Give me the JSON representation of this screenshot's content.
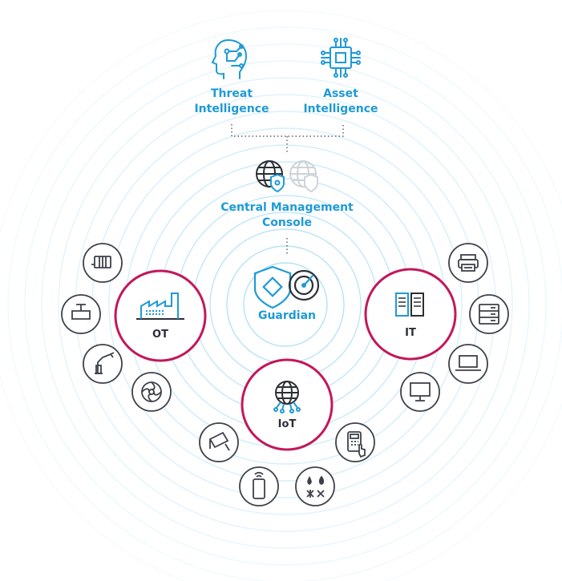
{
  "threat_intelligence": {
    "line1": "Threat",
    "line2": "Intelligence",
    "icon": "brain-circuit-icon"
  },
  "asset_intelligence": {
    "line1": "Asset",
    "line2": "Intelligence",
    "icon": "chip-icon"
  },
  "cmc": {
    "line1": "Central Management",
    "line2": "Console",
    "icon": "globe-shield-icon"
  },
  "guardian": {
    "label": "Guardian",
    "icon": "shield-radar-icon"
  },
  "hubs": {
    "ot": "OT",
    "it": "IT",
    "iot": "IoT"
  },
  "colors": {
    "accent": "#1f9ad6",
    "hub_ring": "#c2185b",
    "waves": "#aee0f7",
    "icon_stroke": "#3d4149"
  },
  "devices": {
    "ot": [
      "hvac-unit-icon",
      "valve-icon",
      "robotic-arm-icon",
      "fan-icon"
    ],
    "it": [
      "printer-icon",
      "server-icon",
      "laptop-icon",
      "monitor-icon"
    ],
    "iot": [
      "security-camera-icon",
      "smartphone-icon",
      "environment-sensor-icon",
      "keypad-icon"
    ]
  }
}
